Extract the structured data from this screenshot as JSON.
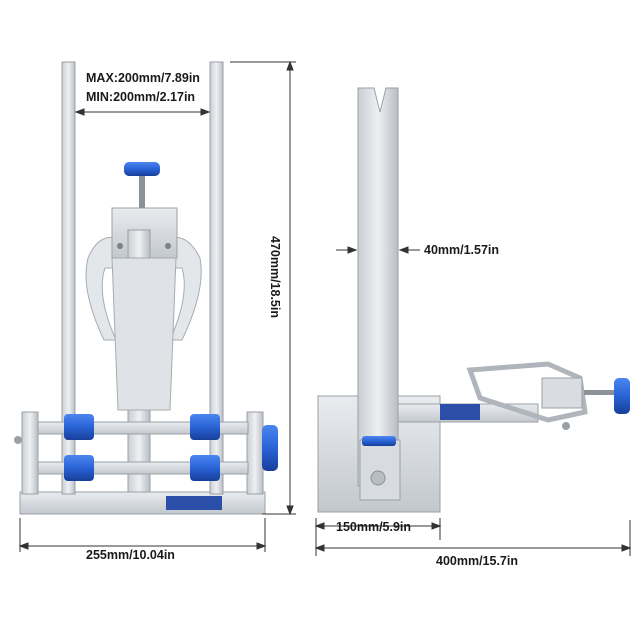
{
  "dimensions": {
    "max_width": "MAX:200mm/7.89in",
    "min_width": "MIN:200mm/2.17in",
    "height": "470mm/18.5in",
    "base_width_front": "255mm/10.04in",
    "upright_width": "40mm/1.57in",
    "base_width_side": "150mm/5.9in",
    "total_depth": "400mm/15.7in"
  },
  "colors": {
    "aluminum": "#d4d8dc",
    "aluminum_dark": "#a9aeb4",
    "anodized_blue": "#2a63d6",
    "dimension_line": "#333333"
  }
}
